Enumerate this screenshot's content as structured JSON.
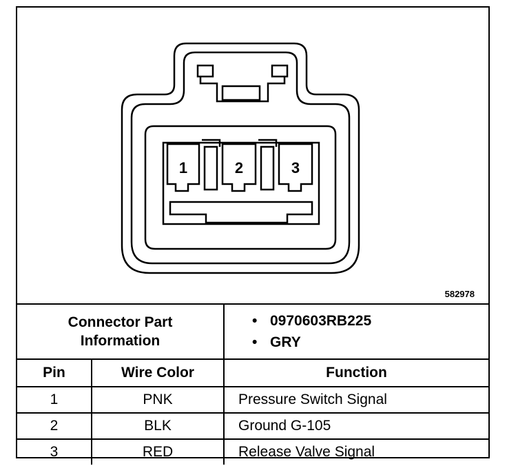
{
  "diagram": {
    "figure_number": "582978",
    "pin_labels": [
      "1",
      "2",
      "3"
    ]
  },
  "connector_info": {
    "label": "Connector Part Information",
    "parts": [
      "0970603RB225",
      "GRY"
    ]
  },
  "table": {
    "headers": {
      "pin": "Pin",
      "wire_color": "Wire Color",
      "function": "Function"
    },
    "rows": [
      {
        "pin": "1",
        "wire_color": "PNK",
        "function": "Pressure Switch Signal"
      },
      {
        "pin": "2",
        "wire_color": "BLK",
        "function": "Ground G-105"
      },
      {
        "pin": "3",
        "wire_color": "RED",
        "function": "Release Valve Signal"
      }
    ]
  }
}
